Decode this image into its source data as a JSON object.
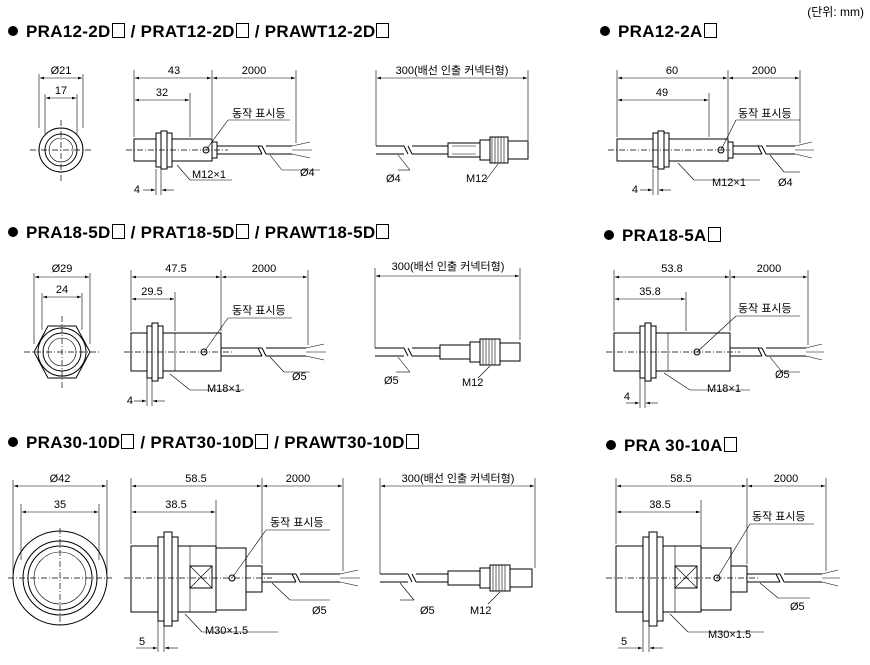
{
  "unit_note": "(단위: mm)",
  "titles": {
    "r1_left": "PRA12-2D□ / PRAT12-2D□ / PRAWT12-2D□",
    "r1_right": "PRA12-2A□",
    "r2_left": "PRA18-5D□ / PRAT18-5D□ / PRAWT18-5D□",
    "r2_right": "PRA18-5A□",
    "r3_left": "PRA30-10D□ / PRAT30-10D□ / PRAWT30-10D□",
    "r3_right": "PRA 30-10A□"
  },
  "title_parts": {
    "r1_left": [
      "PRA12-2D",
      " / PRAT12-2D",
      " / PRAWT12-2D",
      ""
    ],
    "r1_right": [
      "PRA12-2A",
      ""
    ],
    "r2_left": [
      "PRA18-5D",
      " / PRAT18-5D",
      " / PRAWT18-5D",
      ""
    ],
    "r2_right": [
      "PRA18-5A",
      ""
    ],
    "r3_left": [
      "PRA30-10D",
      " / PRAT30-10D",
      " / PRAWT30-10D",
      ""
    ],
    "r3_right": [
      "PRA 30-10A",
      ""
    ]
  },
  "labels": {
    "indicator": "동작 표시등",
    "connector_len": "300(배선 인출 커넥터형)",
    "connector": "M12",
    "cable_len": "2000"
  },
  "rows": [
    {
      "front_od": "Ø21",
      "front_id": "17",
      "len_total": "43",
      "len_body": "32",
      "thread": "M12×1",
      "nut": "4",
      "cable": "Ø4",
      "a_total": "60",
      "a_body": "49",
      "a_thread": "M12×1",
      "a_nut": "4",
      "a_cable": "Ø4",
      "conn_cable": "Ø4"
    },
    {
      "front_od": "Ø29",
      "front_id": "24",
      "len_total": "47.5",
      "len_body": "29.5",
      "thread": "M18×1",
      "nut": "4",
      "cable": "Ø5",
      "a_total": "53.8",
      "a_body": "35.8",
      "a_thread": "M18×1",
      "a_nut": "4",
      "a_cable": "Ø5",
      "conn_cable": "Ø5"
    },
    {
      "front_od": "Ø42",
      "front_id": "35",
      "len_total": "58.5",
      "len_body": "38.5",
      "thread": "M30×1.5",
      "nut": "5",
      "cable": "Ø5",
      "a_total": "58.5",
      "a_body": "38.5",
      "a_thread": "M30×1.5",
      "a_nut": "5",
      "a_cable": "Ø5",
      "conn_cable": "Ø5"
    }
  ]
}
